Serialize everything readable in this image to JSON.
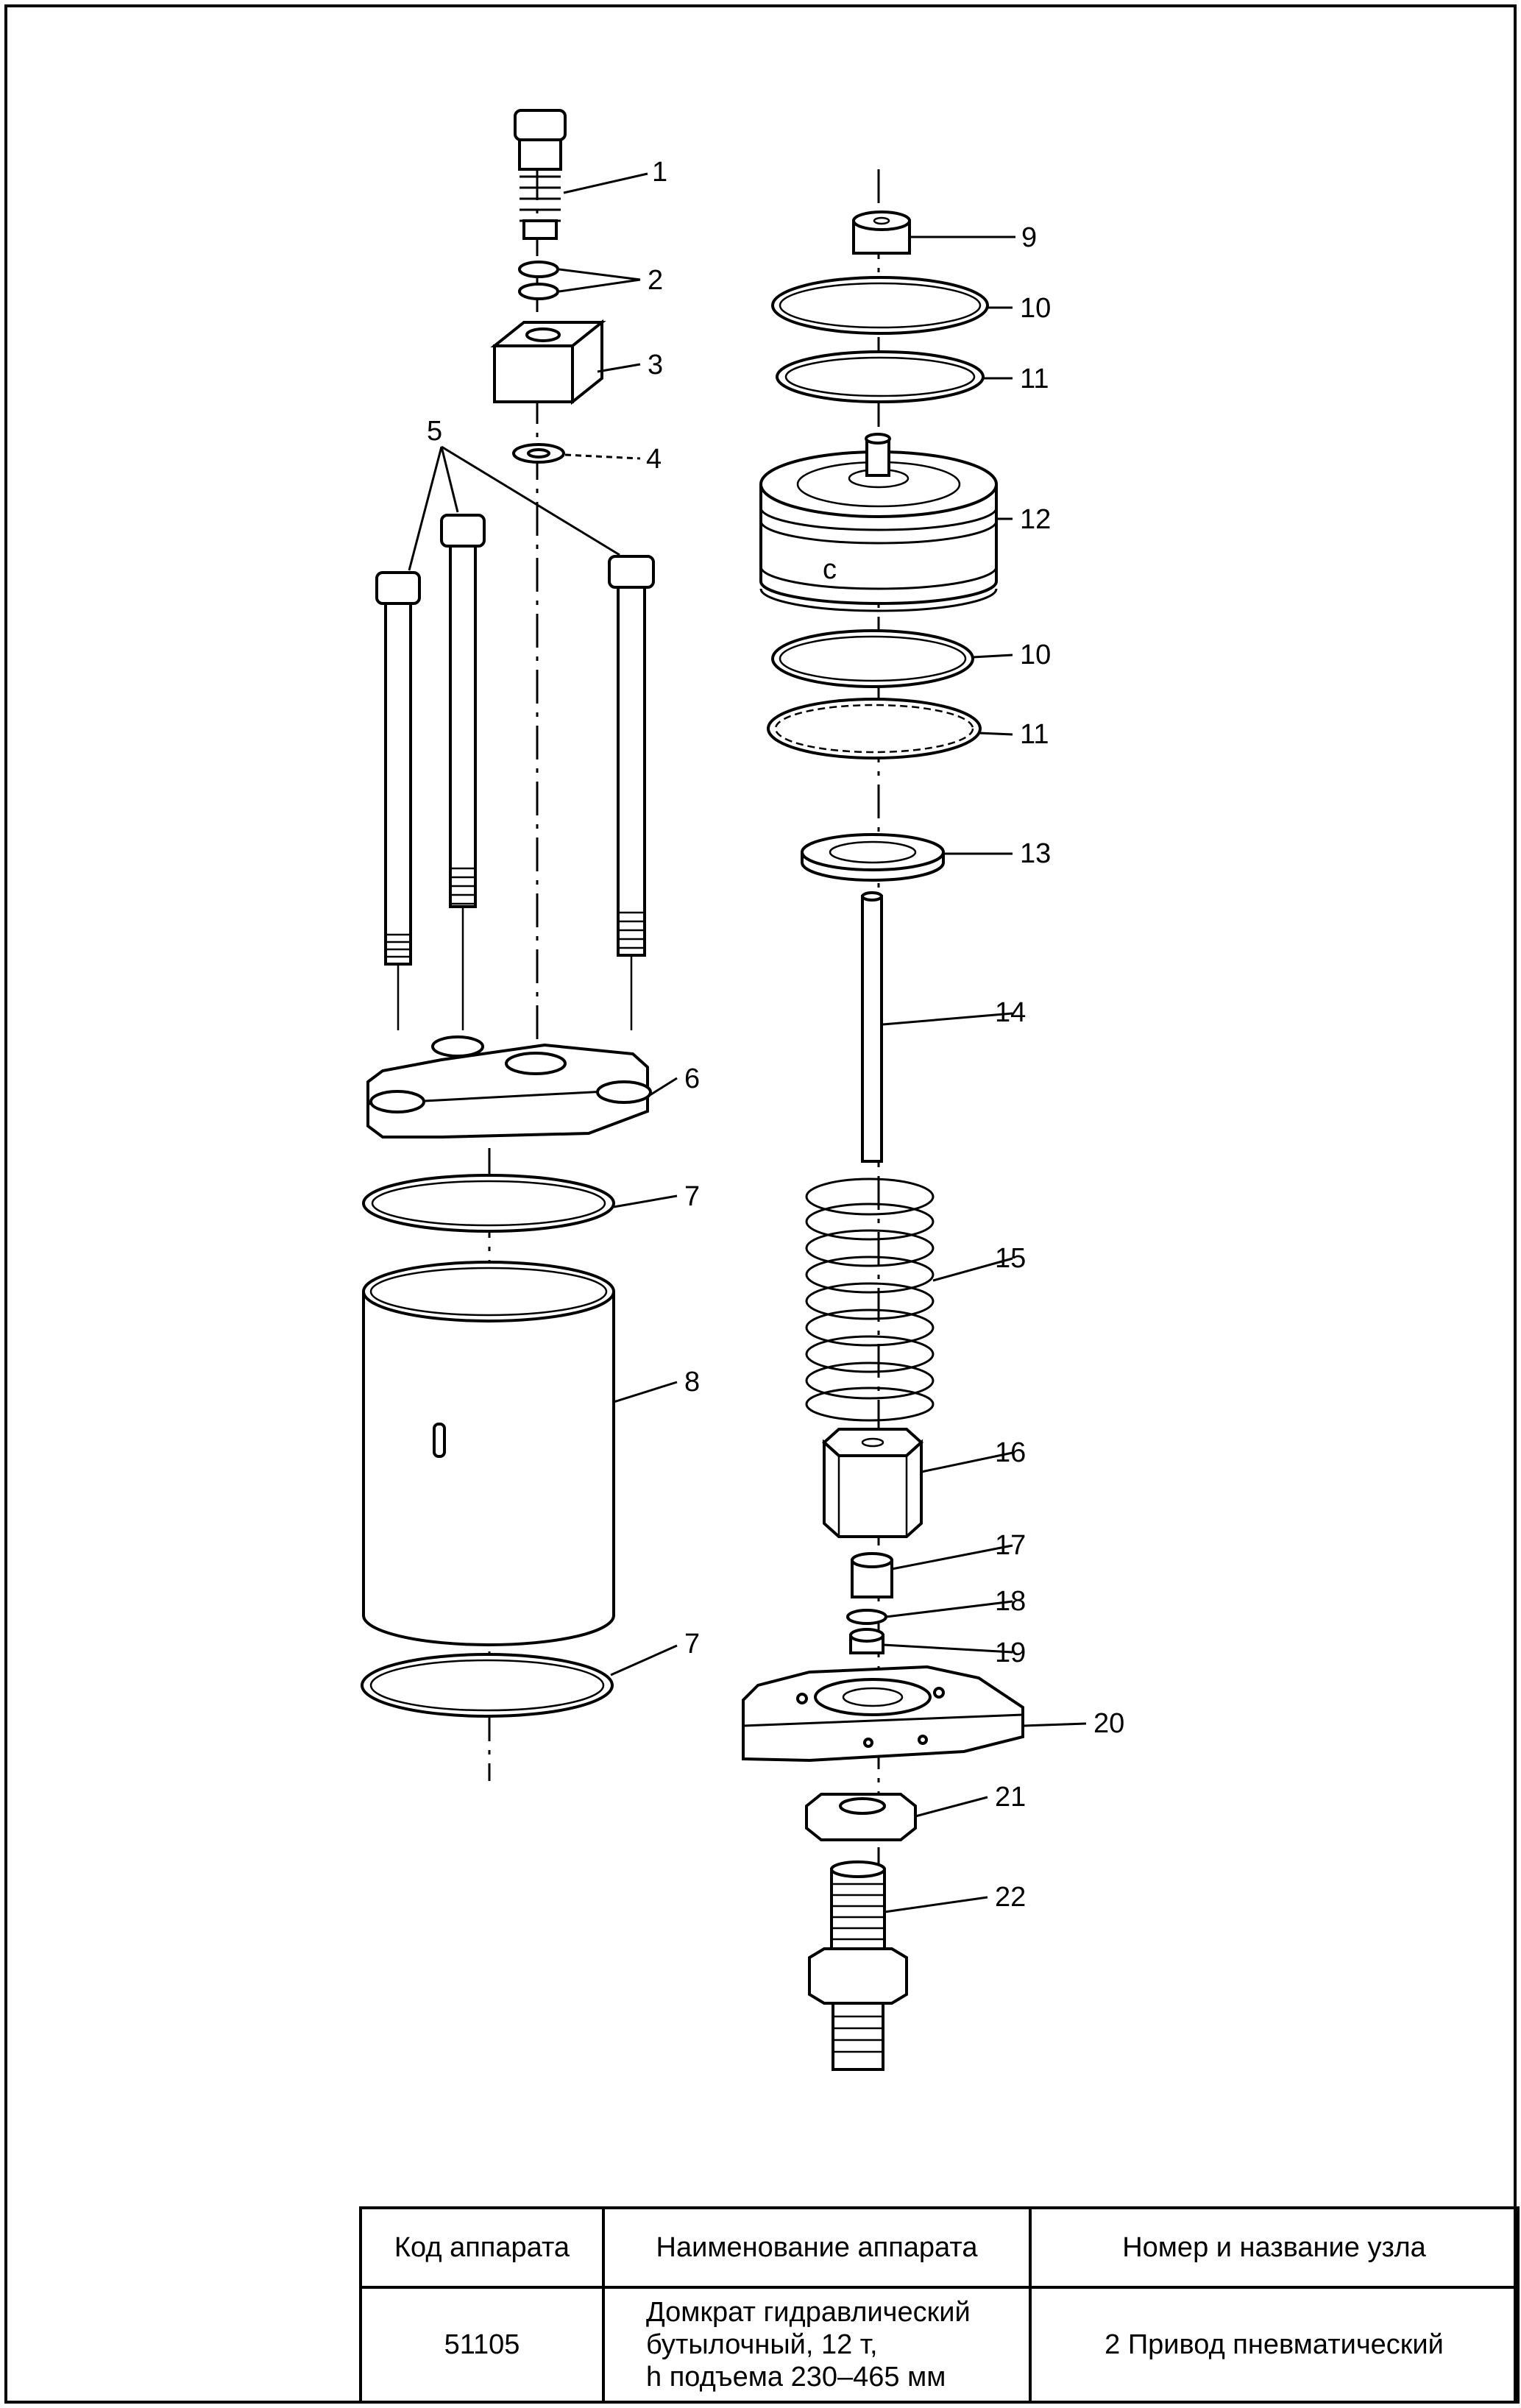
{
  "callouts": {
    "c1": "1",
    "c2": "2",
    "c3": "3",
    "c4": "4",
    "c5": "5",
    "c6": "6",
    "c7a": "7",
    "c7b": "7",
    "c8": "8",
    "c9": "9",
    "c10a": "10",
    "c10b": "10",
    "c11a": "11",
    "c11b": "11",
    "c12": "12",
    "c13": "13",
    "c14": "14",
    "c15": "15",
    "c16": "16",
    "c17": "17",
    "c18": "18",
    "c19": "19",
    "c20": "20",
    "c21": "21",
    "c22": "22"
  },
  "part_marks": {
    "piston_mark": "c"
  },
  "title_block": {
    "headers": [
      "Код аппарата",
      "Наименование аппарата",
      "Номер и название узла"
    ],
    "code": "51105",
    "name_lines": [
      "Домкрат гидравлический",
      "бутылочный, 12 т,",
      "h подъема 230–465 мм"
    ],
    "unit": "2 Привод пневматический"
  }
}
